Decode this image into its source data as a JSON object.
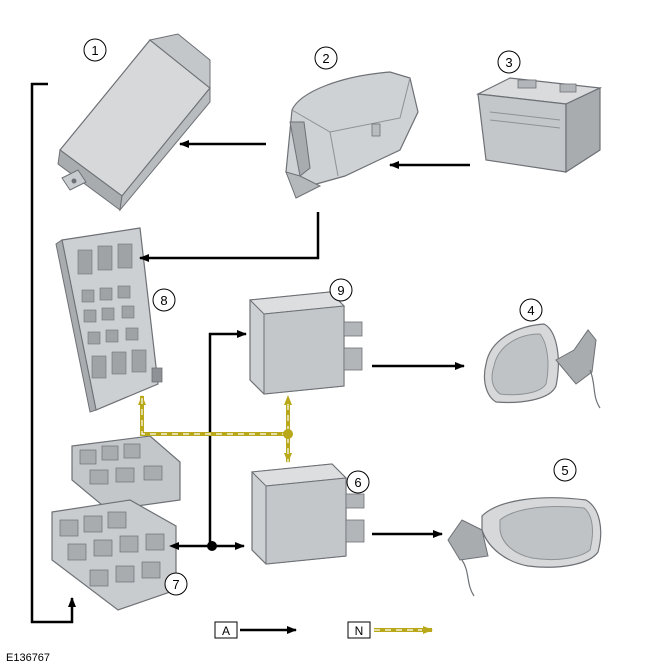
{
  "figure_id": "E136767",
  "callouts": [
    "1",
    "2",
    "3",
    "4",
    "5",
    "6",
    "7",
    "8",
    "9"
  ],
  "legend": {
    "a": {
      "letter": "A"
    },
    "n": {
      "letter": "N"
    }
  },
  "colors": {
    "arrow_black": "#000000",
    "arrow_data": "#b8a81a",
    "component_fill": "#d2d4d6",
    "component_shade": "#a9acaf",
    "component_outline": "#6d7175"
  }
}
